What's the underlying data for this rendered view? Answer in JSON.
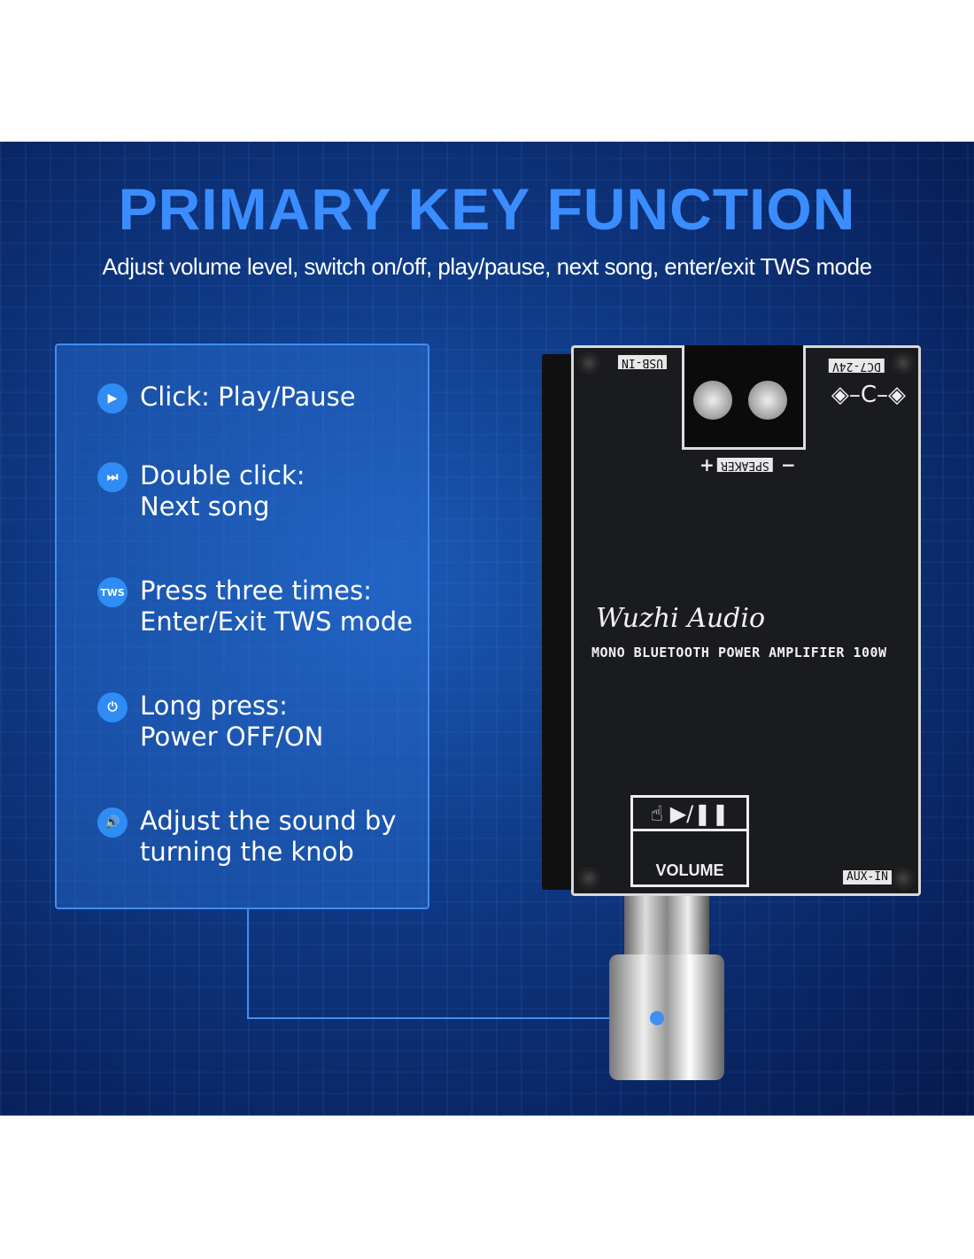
{
  "header": {
    "title": "PRIMARY KEY FUNCTION",
    "subtitle": "Adjust volume level, switch on/off, play/pause, next song, enter/exit TWS mode"
  },
  "functions": [
    {
      "icon": "play-icon",
      "glyph": "▶",
      "line1": "Click:  Play/Pause",
      "line2": ""
    },
    {
      "icon": "next-track-icon",
      "glyph": "⏭",
      "line1": "Double click:",
      "line2": "Next song"
    },
    {
      "icon": "tws-icon",
      "glyph": "TWS",
      "line1": "Press three times:",
      "line2": "Enter/Exit TWS mode"
    },
    {
      "icon": "power-icon",
      "glyph": "⏻",
      "line1": "Long press:",
      "line2": "Power OFF/ON"
    },
    {
      "icon": "speaker-icon",
      "glyph": "🔊",
      "line1": "Adjust the sound by",
      "line2": "turning the knob"
    }
  ],
  "board": {
    "usb": "USB-IN",
    "dc": "DC7-24V",
    "speaker": "SPEAKER",
    "plus": "+",
    "minus": "−",
    "brand": "Wuzhi Audio",
    "model": "MONO BLUETOOTH POWER AMPLIFIER 100W",
    "playpause": "☝ ▶/❚❚",
    "volume": "VOLUME",
    "aux": "AUX-IN"
  },
  "colors": {
    "accent": "#3b8dff",
    "background": "#0f3a86"
  }
}
